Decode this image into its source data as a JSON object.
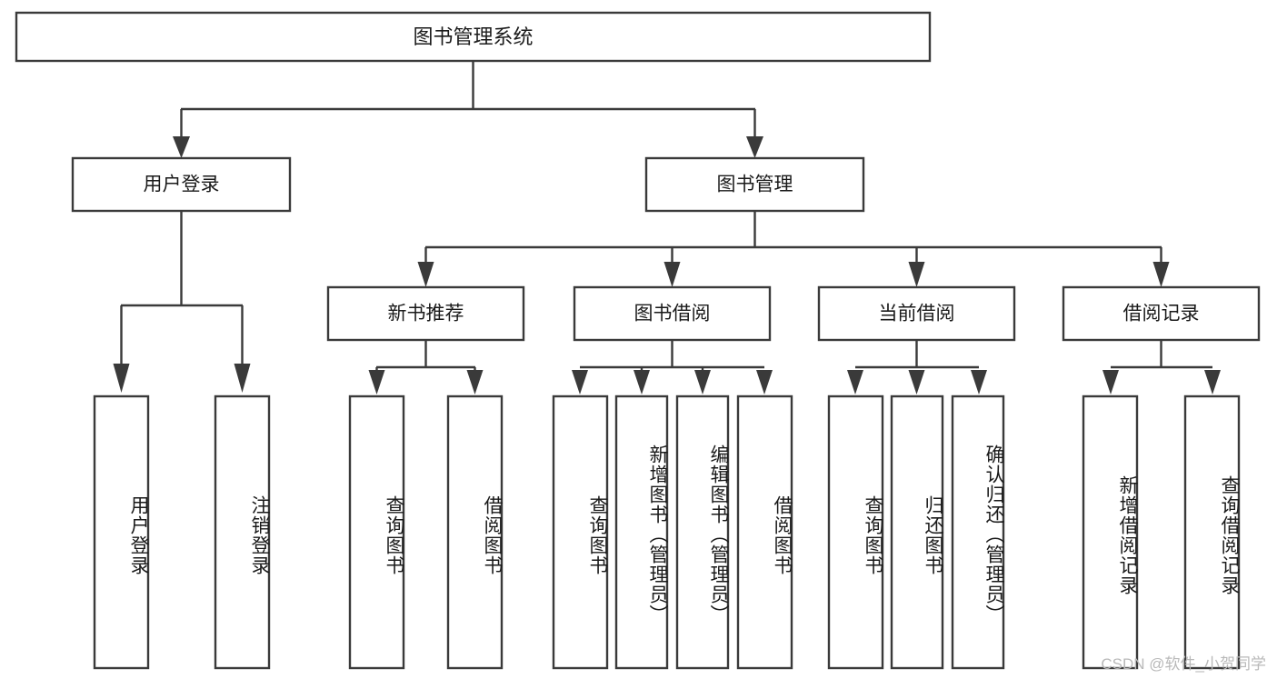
{
  "diagram": {
    "type": "tree-hierarchy-chart",
    "title": "图书管理系统",
    "orientation": "top-down",
    "box_fill": "#ffffff",
    "box_stroke": "#3a3a3a",
    "text_color": "#1a1a1a",
    "watermark": "CSDN @软件_小贺同学",
    "root": {
      "id": "root",
      "label": "图书管理系统"
    },
    "level2": [
      {
        "id": "user-login",
        "label": "用户登录"
      },
      {
        "id": "book-manage",
        "label": "图书管理"
      }
    ],
    "level3": [
      {
        "id": "new-book-recommend",
        "label": "新书推荐",
        "parent": "book-manage"
      },
      {
        "id": "book-borrow",
        "label": "图书借阅",
        "parent": "book-manage"
      },
      {
        "id": "current-borrow",
        "label": "当前借阅",
        "parent": "book-manage"
      },
      {
        "id": "borrow-record",
        "label": "借阅记录",
        "parent": "book-manage"
      }
    ],
    "leaves": {
      "user-login": [
        {
          "id": "leaf-user-login",
          "label": "用户登录"
        },
        {
          "id": "leaf-logout-login",
          "label": "注销登录"
        }
      ],
      "new-book-recommend": [
        {
          "id": "leaf-query-book-1",
          "label": "查询图书"
        },
        {
          "id": "leaf-borrow-book-1",
          "label": "借阅图书"
        }
      ],
      "book-borrow": [
        {
          "id": "leaf-query-book-2",
          "label": "查询图书"
        },
        {
          "id": "leaf-add-book",
          "label": "新增图书（管理员）"
        },
        {
          "id": "leaf-edit-book",
          "label": "编辑图书（管理员）"
        },
        {
          "id": "leaf-borrow-book-2",
          "label": "借阅图书"
        }
      ],
      "current-borrow": [
        {
          "id": "leaf-query-book-3",
          "label": "查询图书"
        },
        {
          "id": "leaf-return-book",
          "label": "归还图书"
        },
        {
          "id": "leaf-confirm-return",
          "label": "确认归还（管理员）"
        }
      ],
      "borrow-record": [
        {
          "id": "leaf-add-record",
          "label": "新增借阅记录"
        },
        {
          "id": "leaf-query-record",
          "label": "查询借阅记录"
        }
      ]
    }
  }
}
